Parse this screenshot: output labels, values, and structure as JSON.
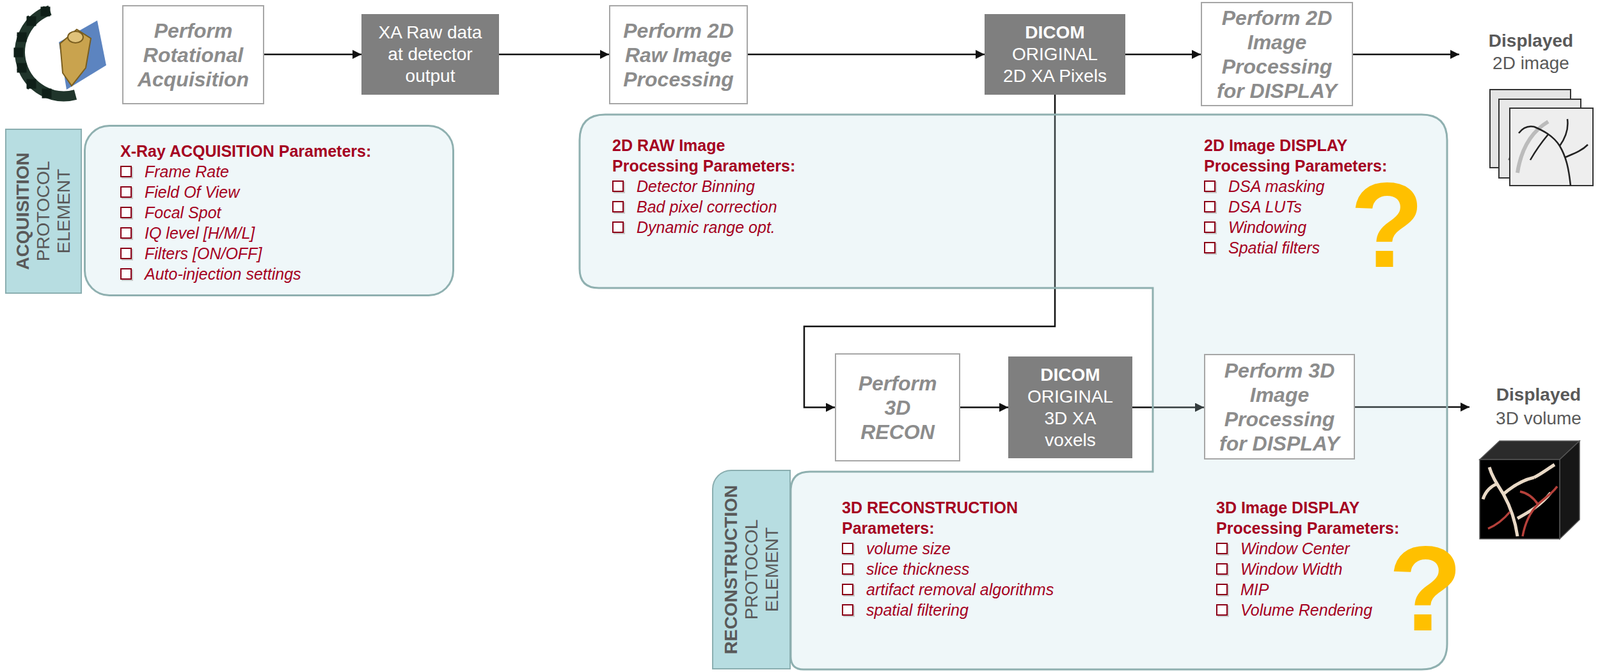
{
  "diagram": {
    "nodes": [
      {
        "text": [
          "Perform Rotational Acquisition"
        ]
      },
      {
        "text": [
          "XA Raw data at detector output"
        ]
      },
      {
        "text": [
          "Perform 2D Raw Image Processing"
        ]
      },
      {
        "text": [
          "DICOM",
          "ORIGINAL 2D XA Pixels"
        ]
      },
      {
        "text": [
          "Perform 2D Image Processing for DISPLAY"
        ]
      },
      {
        "text": [
          "ACQUISITION",
          "PROTOCOL ELEMENT"
        ]
      },
      {
        "text": [
          "X-Ray ACQUISITION Parameters:",
          "Frame Rate",
          "Field Of View",
          "Focal Spot",
          "IQ level [H/M/L]",
          "Filters [ON/OFF]",
          "Auto-injection settings"
        ]
      },
      {
        "text": [
          "2D RAW Image Processing Parameters:",
          "Detector Binning",
          "Bad pixel correction",
          "Dynamic range opt.",
          "2D Image DISPLAY Processing Parameters:",
          "DSA masking",
          "DSA LUTs",
          "Windowing",
          "Spatial filters",
          "3D RECONSTRUCTION Parameters:",
          "volume size",
          "slice thickness",
          "artifact removal algorithms",
          "spatial filtering",
          "3D Image DISPLAY Processing Parameters:",
          "Window Center",
          "Window Width",
          "MIP",
          "Volume Rendering"
        ]
      },
      {
        "text": [
          "Perform 3D RECON"
        ]
      },
      {
        "text": [
          "DICOM",
          "ORIGINAL 3D XA voxels"
        ]
      },
      {
        "text": [
          "Perform 3D Image Processing for DISPLAY"
        ],
        "in": 7
      },
      {
        "text": [
          "RECONSTRUCTION",
          "PROTOCOL ELEMENT"
        ]
      }
    ],
    "edges": [
      {
        "from": 0,
        "to": 1,
        "arrow": "to"
      },
      {
        "from": 1,
        "to": 2,
        "arrow": "to"
      },
      {
        "from": 2,
        "to": 3,
        "arrow": "to"
      },
      {
        "from": 3,
        "to": 4,
        "arrow": "to"
      },
      {
        "from": 3,
        "to": 8,
        "arrow": "to"
      },
      {
        "from": 8,
        "to": 9,
        "arrow": "to"
      },
      {
        "from": 9,
        "to": 10,
        "arrow": "to"
      }
    ],
    "labels": [
      "Displayed",
      "2D image",
      "?",
      "Displayed",
      "3D volume",
      "?"
    ]
  }
}
